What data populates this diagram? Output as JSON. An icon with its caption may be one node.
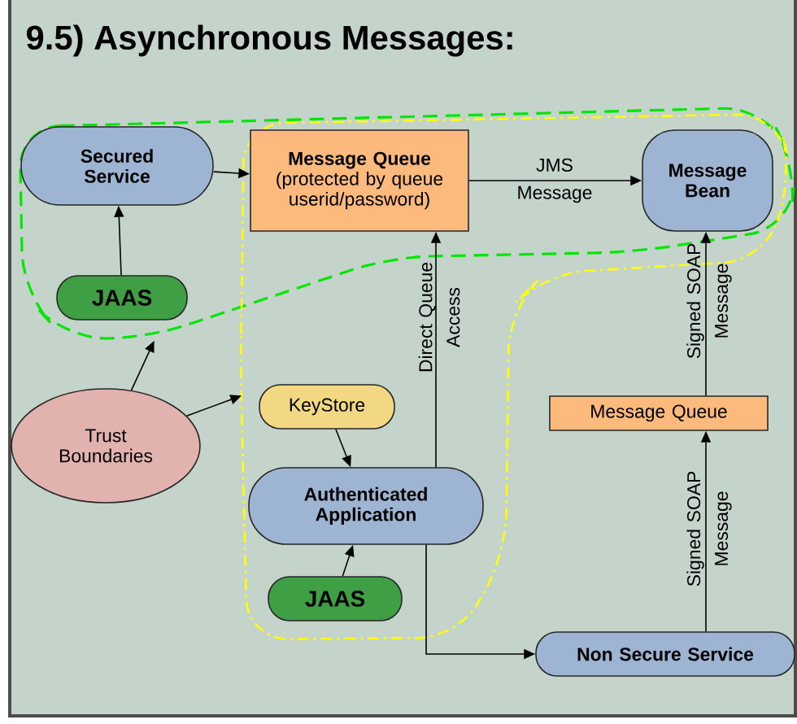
{
  "diagram": {
    "title": "9.5) Asynchronous Messages:",
    "nodes": [
      {
        "text": [],
        "shape": "boundary"
      },
      {
        "text": [],
        "shape": "boundary"
      },
      {
        "text": [
          "Secured Service"
        ],
        "in": 0
      },
      {
        "text": [
          "Message Queue",
          "(protected by queue userid/password)"
        ]
      },
      {
        "text": [
          "Message Bean"
        ]
      },
      {
        "text": [
          "JAAS"
        ],
        "in": 0
      },
      {
        "text": [
          "Trust Boundaries"
        ]
      },
      {
        "text": [
          "KeyStore"
        ],
        "in": 1
      },
      {
        "text": [
          "Authenticated Application"
        ],
        "in": 1
      },
      {
        "text": [
          "JAAS"
        ],
        "in": 1
      },
      {
        "text": [
          "Message Queue"
        ]
      },
      {
        "text": [
          "Non Secure Service"
        ]
      }
    ],
    "edges": [
      {
        "from": 5,
        "to": 2,
        "arrow": "to"
      },
      {
        "from": 2,
        "to": 3,
        "arrow": "to"
      },
      {
        "from": 3,
        "to": 4,
        "arrow": "to",
        "label": "JMS Message"
      },
      {
        "from": 6,
        "to": 0,
        "arrow": "to"
      },
      {
        "from": 6,
        "to": 1,
        "arrow": "to"
      },
      {
        "from": 7,
        "to": 8,
        "arrow": "to"
      },
      {
        "from": 9,
        "to": 8,
        "arrow": "to"
      },
      {
        "from": 8,
        "to": 3,
        "arrow": "to",
        "label": "Direct Queue Access"
      },
      {
        "from": 8,
        "to": 11,
        "arrow": "to"
      },
      {
        "from": 11,
        "to": 10,
        "arrow": "to",
        "label": "Signed SOAP Message"
      },
      {
        "from": 10,
        "to": 4,
        "arrow": "to",
        "label": "Signed SOAP Message"
      }
    ]
  }
}
